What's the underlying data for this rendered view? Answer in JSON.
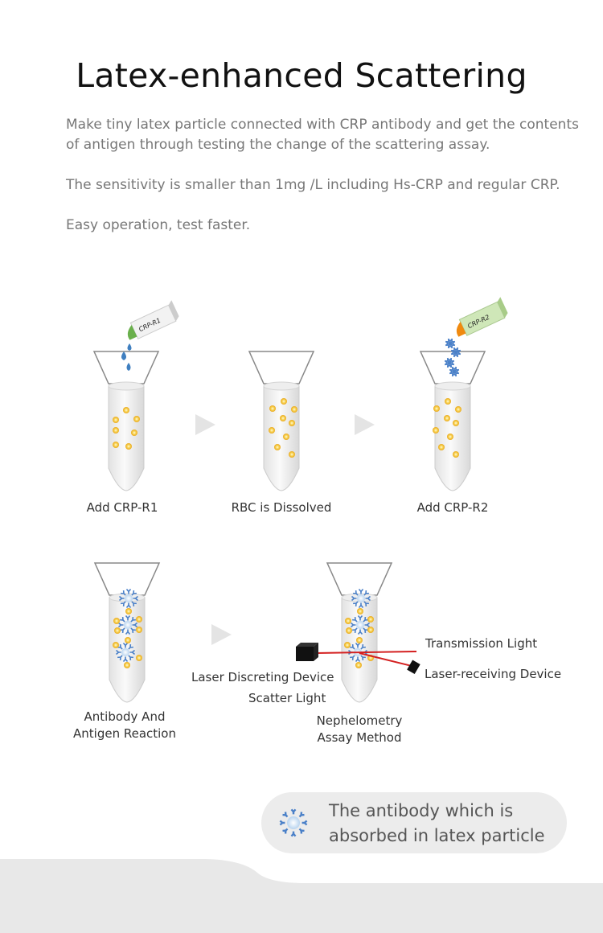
{
  "title": "Latex-enhanced Scattering",
  "paragraphs": [
    "Make tiny latex particle connected with CRP antibody and get the contents of antigen through testing the change of the scattering assay.",
    "The sensitivity is smaller than 1mg /L including Hs-CRP and regular CRP.",
    "Easy operation, test faster."
  ],
  "steps": {
    "step1": "Add CRP-R1",
    "step2": "RBC is Dissolved",
    "step3": "Add CRP-R2",
    "step4_line1": "Antibody And",
    "step4_line2": "Antigen Reaction",
    "step5_line1": "Nephelometry",
    "step5_line2": "Assay Method"
  },
  "reagents": {
    "r1": "CRP-R1",
    "r2": "CRP-R2"
  },
  "nephelometry_labels": {
    "transmission": "Transmission Light",
    "receiver": "Laser-receiving Device",
    "emitter": "Laser Discreting Device",
    "scatter": "Scatter Light"
  },
  "legend": {
    "line1": "The antibody which is",
    "line2": "absorbed in latex particle",
    "icon": "antibody-particle-icon"
  },
  "colors": {
    "particle": "#f5c030",
    "drop": "#3f7fc0",
    "laser": "#d42020",
    "antibody": "#4a80c8",
    "r1_cap": "#6ab04c",
    "r2_cap": "#f08a10",
    "r2_body": "#cfe7b8"
  }
}
